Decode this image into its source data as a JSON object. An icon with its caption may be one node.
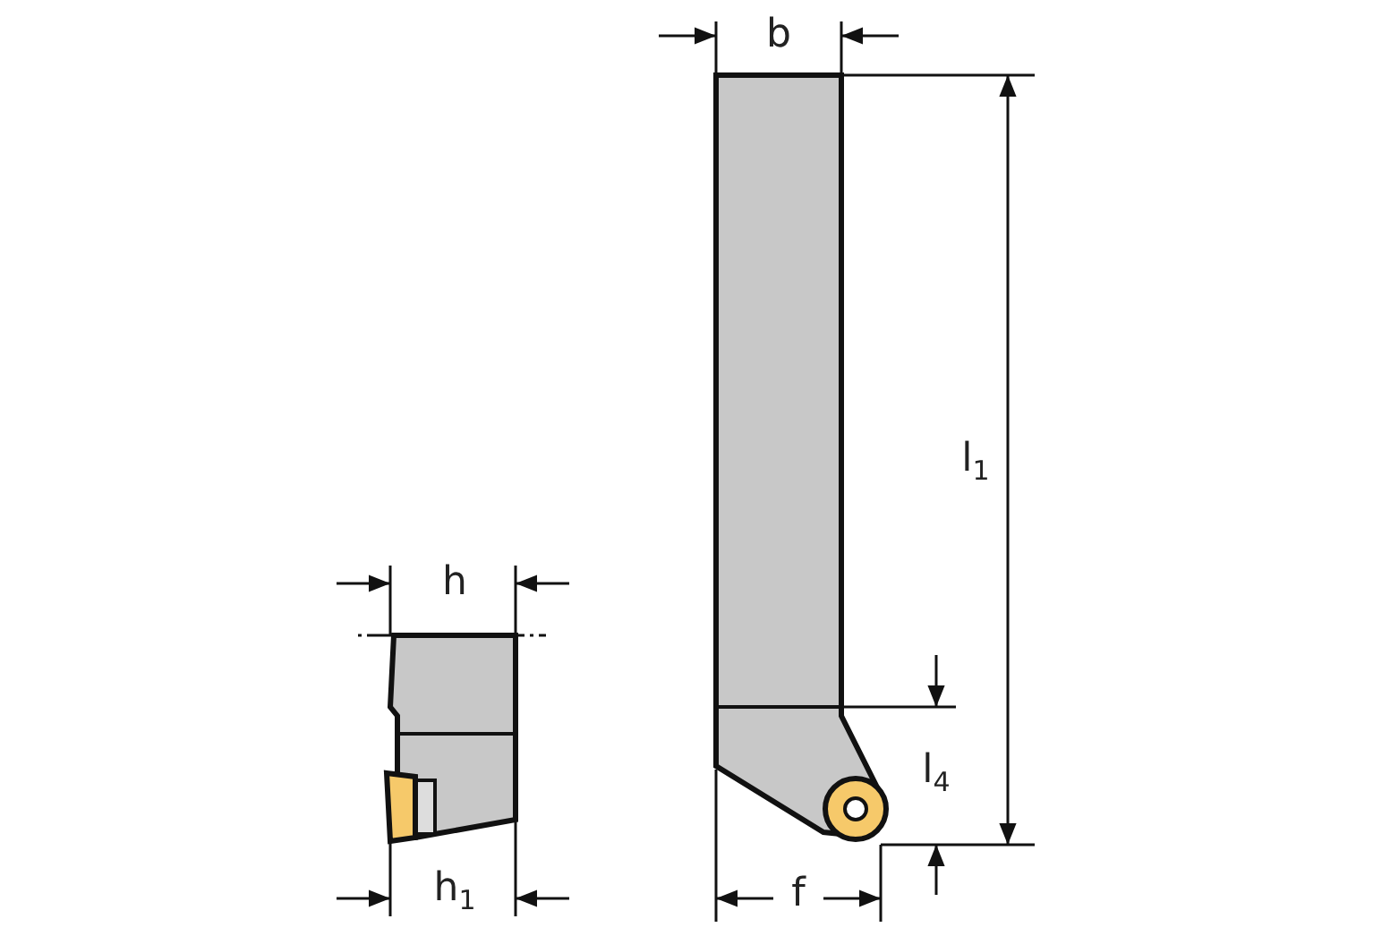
{
  "diagram": {
    "labels": [
      "b",
      "h",
      "l$_{1}$",
      "l$_{4}$",
      "h$_{1}$",
      "f"
    ]
  }
}
